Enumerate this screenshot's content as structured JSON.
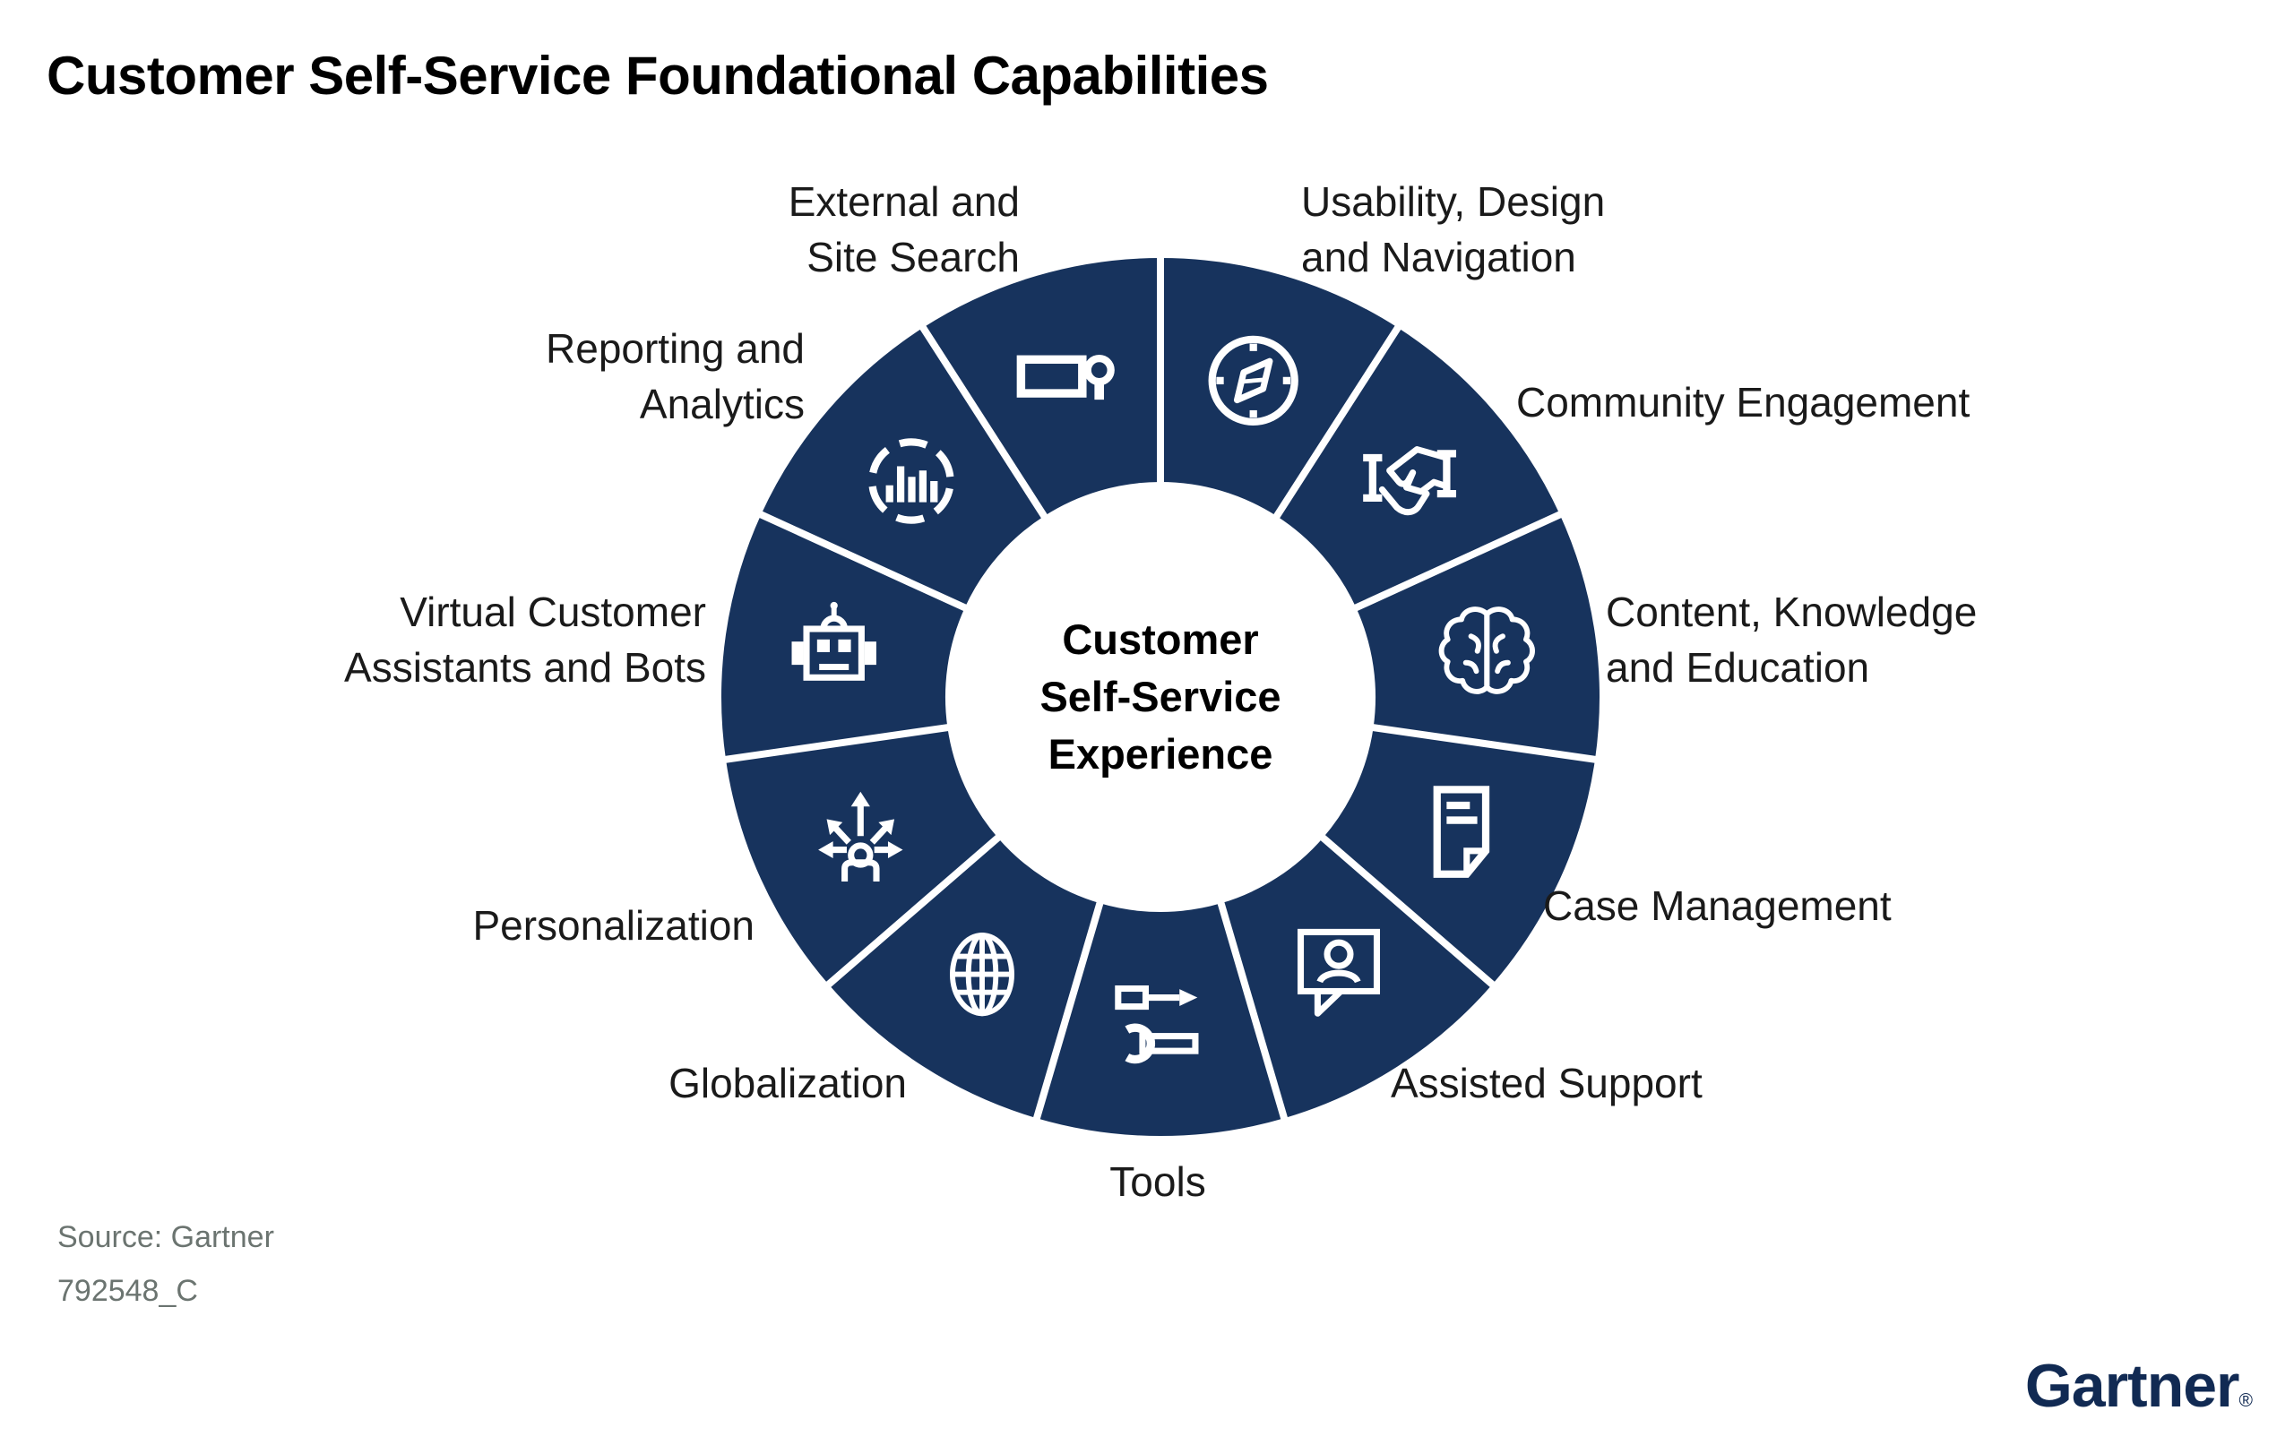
{
  "title": "Customer Self-Service Foundational Capabilities",
  "center": {
    "label": "Customer\nSelf-Service\nExperience"
  },
  "segments": [
    {
      "id": "usability-design-navigation",
      "label": "Usability, Design\nand Navigation",
      "icon": "compass-icon"
    },
    {
      "id": "community-engagement",
      "label": "Community Engagement",
      "icon": "handshake-icon"
    },
    {
      "id": "content-knowledge-education",
      "label": "Content, Knowledge\nand Education",
      "icon": "brain-icon"
    },
    {
      "id": "case-management",
      "label": "Case Management",
      "icon": "document-icon"
    },
    {
      "id": "assisted-support",
      "label": "Assisted Support",
      "icon": "chat-person-icon"
    },
    {
      "id": "tools",
      "label": "Tools",
      "icon": "tools-icon"
    },
    {
      "id": "globalization",
      "label": "Globalization",
      "icon": "globe-icon"
    },
    {
      "id": "personalization",
      "label": "Personalization",
      "icon": "person-arrows-icon"
    },
    {
      "id": "virtual-customer-assistants-bots",
      "label": "Virtual Customer\nAssistants and Bots",
      "icon": "robot-icon"
    },
    {
      "id": "reporting-analytics",
      "label": "Reporting and\nAnalytics",
      "icon": "bar-chart-circle-icon"
    },
    {
      "id": "external-site-search",
      "label": "External and\nSite Search",
      "icon": "site-search-icon"
    }
  ],
  "source": {
    "line1": "Source: Gartner",
    "line2": "792548_C"
  },
  "brand": {
    "logo": "Gartner",
    "registered": "®"
  },
  "colors": {
    "ring": "#17335D",
    "divider": "#FFFFFF",
    "label_text": "#1A1A1A",
    "muted_text": "#6B7470",
    "logo": "#112A53"
  }
}
